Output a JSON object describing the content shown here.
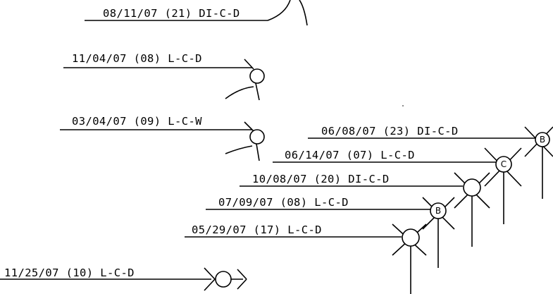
{
  "entries": [
    {
      "label": "08/11/07 (21) DI-C-D"
    },
    {
      "label": "11/04/07 (08) L-C-D"
    },
    {
      "label": "03/04/07 (09) L-C-W"
    },
    {
      "label": "06/08/07 (23) DI-C-D",
      "marker": "B"
    },
    {
      "label": "06/14/07 (07) L-C-D",
      "marker": "C"
    },
    {
      "label": "10/08/07 (20) DI-C-D"
    },
    {
      "label": "07/09/07 (08) L-C-D",
      "marker": "B"
    },
    {
      "label": "05/29/07 (17) L-C-D"
    },
    {
      "label": "11/25/07 (10) L-C-D"
    }
  ]
}
